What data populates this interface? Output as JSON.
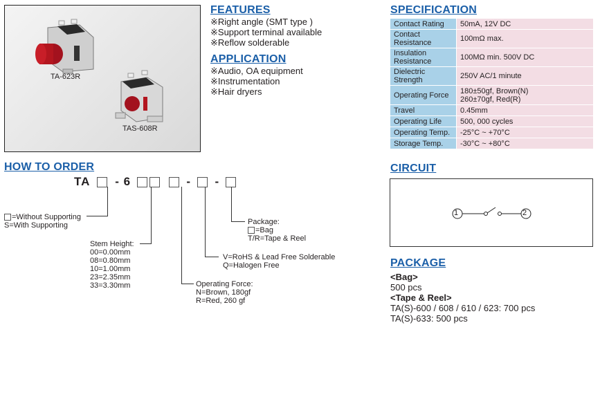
{
  "product_photo": {
    "model_a": "TA-623R",
    "model_b": "TAS-608R"
  },
  "features": {
    "title": "FEATURES",
    "items": [
      "※Right angle (SMT type )",
      "※Support terminal available",
      "※Reflow solderable"
    ]
  },
  "application": {
    "title": "APPLICATION",
    "items": [
      "※Audio, OA equipment",
      "※Instrumentation",
      "※Hair dryers"
    ]
  },
  "specification": {
    "title": "SPECIFICATION",
    "rows": [
      {
        "key": "Contact Rating",
        "value": "50mA, 12V DC"
      },
      {
        "key": "Contact Resistance",
        "value": "100mΩ max."
      },
      {
        "key": "Insulation Resistance",
        "value": "100MΩ min. 500V DC"
      },
      {
        "key": "Dielectric Strength",
        "value": "250V AC/1 minute"
      },
      {
        "key": "Operating Force",
        "value": "180±50gf, Brown(N)",
        "value2": "260±70gf, Red(R)"
      },
      {
        "key": "Travel",
        "value": "0.45mm"
      },
      {
        "key": "Operating Life",
        "value": "500, 000 cycles"
      },
      {
        "key": "Operating Temp.",
        "value": "-25°C ~ +70°C"
      },
      {
        "key": "Storage Temp.",
        "value": "-30°C ~ +80°C"
      }
    ]
  },
  "circuit": {
    "title": "CIRCUIT",
    "terminal_1": "1",
    "terminal_2": "2"
  },
  "package": {
    "title": "PACKAGE",
    "bag_title": "<Bag>",
    "bag_qty": "500 pcs",
    "reel_title": "<Tape & Reel>",
    "reel_line1": "TA(S)-600 / 608 / 610 / 623: 700 pcs",
    "reel_line2": "TA(S)-633: 500 pcs"
  },
  "how_to_order": {
    "title": "HOW TO ORDER",
    "prefix": "TA",
    "dash1": "-",
    "six": "6",
    "dash2": "-",
    "dash3": "-",
    "supporting": {
      "line1": "=Without Supporting",
      "line2": "S=With Supporting"
    },
    "stem_height": {
      "title": "Stem Height:",
      "options": [
        "00=0.00mm",
        "08=0.80mm",
        "10=1.00mm",
        "23=2.35mm",
        "33=3.30mm"
      ]
    },
    "operating_force": {
      "title": "Operating Force:",
      "options": [
        "N=Brown, 180gf",
        "R=Red, 260 gf"
      ]
    },
    "solder": {
      "line1": "V=RoHS & Lead Free Solderable",
      "line2": "Q=Halogen Free"
    },
    "package_opt": {
      "title": "Package:",
      "bag": "=Bag",
      "reel": "T/R=Tape & Reel"
    }
  }
}
